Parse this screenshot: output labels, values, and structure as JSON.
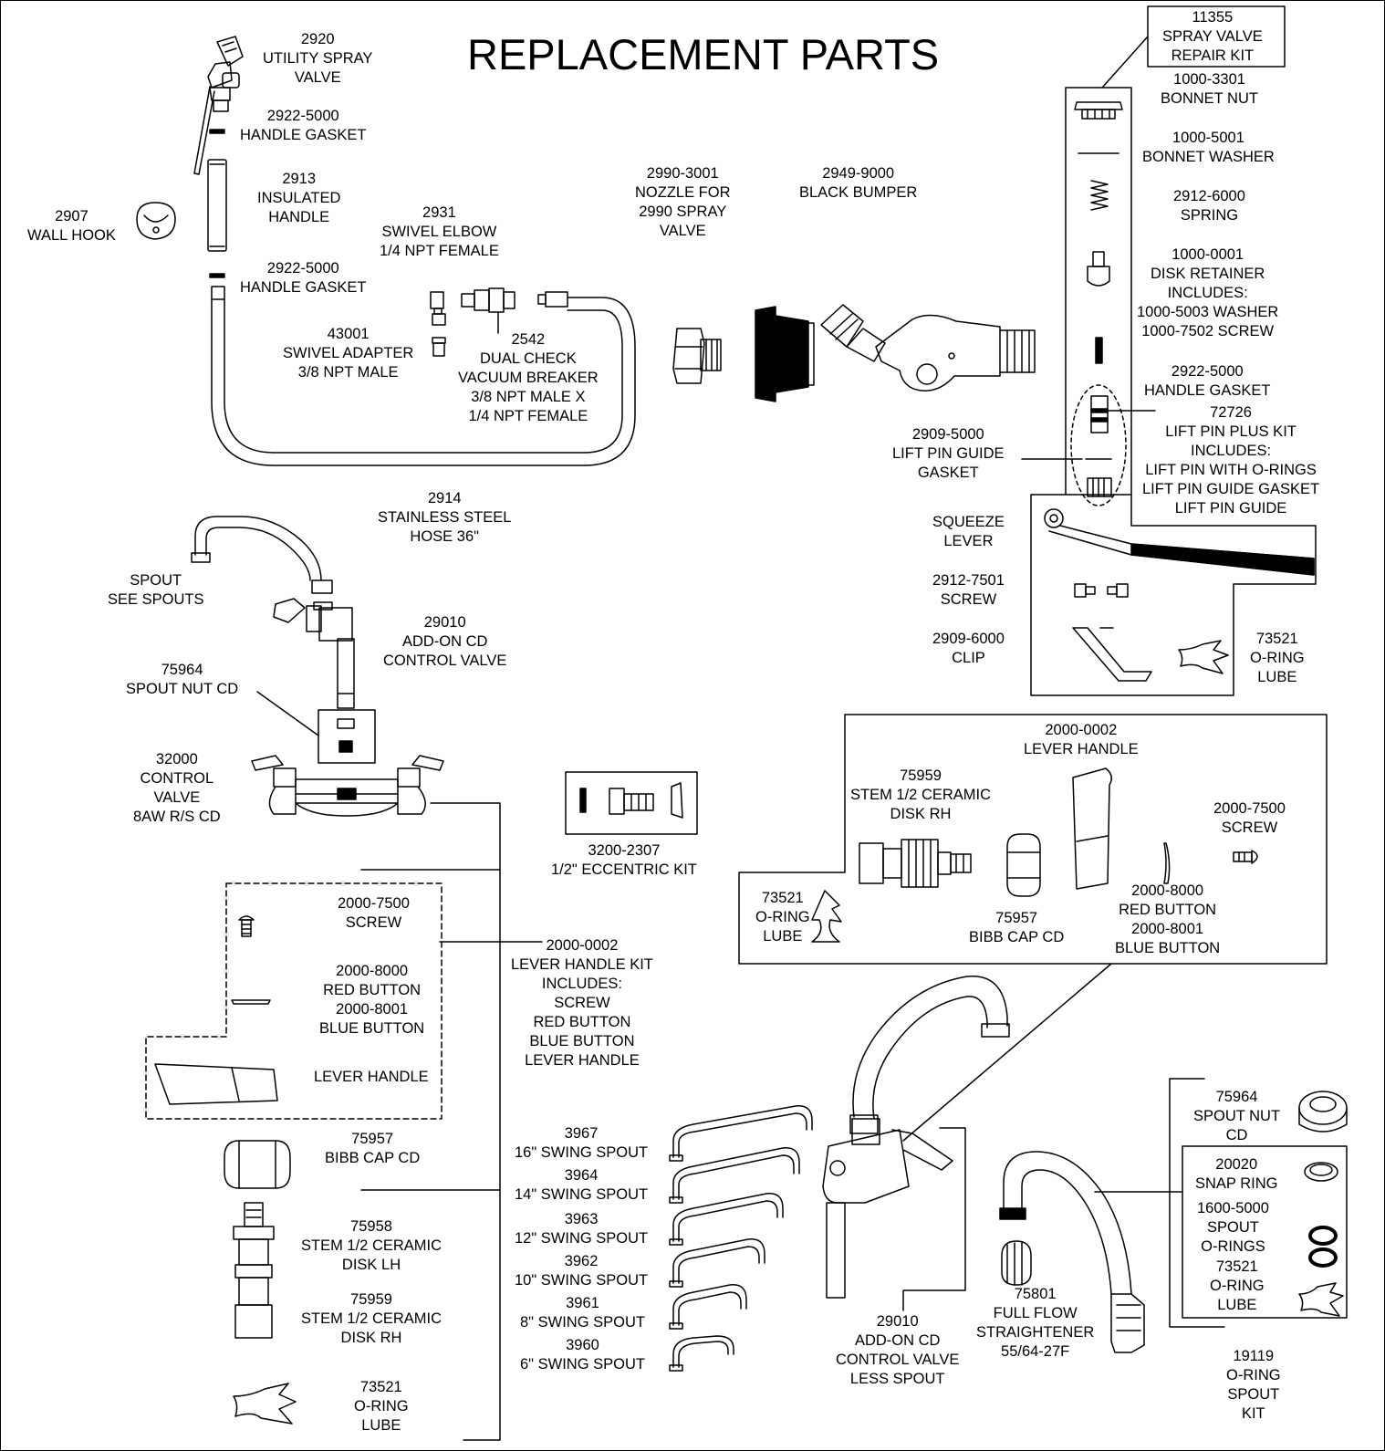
{
  "title": "REPLACEMENT PARTS",
  "labels": {
    "utility_spray_valve": [
      "2920",
      "UTILITY SPRAY",
      "VALVE"
    ],
    "handle_gasket_top": [
      "2922-5000",
      "HANDLE GASKET"
    ],
    "insulated_handle": [
      "2913",
      "INSULATED",
      "HANDLE"
    ],
    "wall_hook": [
      "2907",
      "WALL HOOK"
    ],
    "handle_gasket_mid": [
      "2922-5000",
      "HANDLE GASKET"
    ],
    "swivel_elbow": [
      "2931",
      "SWIVEL ELBOW",
      "1/4 NPT FEMALE"
    ],
    "swivel_adapter": [
      "43001",
      "SWIVEL ADAPTER",
      "3/8 NPT MALE"
    ],
    "dual_check": [
      "2542",
      "DUAL CHECK",
      "VACUUM BREAKER",
      "3/8 NPT MALE X",
      "1/4 NPT FEMALE"
    ],
    "nozzle": [
      "2990-3001",
      "NOZZLE FOR",
      "2990 SPRAY",
      "VALVE"
    ],
    "black_bumper": [
      "2949-9000",
      "BLACK BUMPER"
    ],
    "repair_kit": [
      "11355",
      "SPRAY VALVE",
      "REPAIR KIT"
    ],
    "bonnet_nut": [
      "1000-3301",
      "BONNET NUT"
    ],
    "bonnet_washer": [
      "1000-5001",
      "BONNET WASHER"
    ],
    "spring": [
      "2912-6000",
      "SPRING"
    ],
    "disk_retainer": [
      "1000-0001",
      "DISK RETAINER",
      "INCLUDES:",
      "1000-5003 WASHER",
      "1000-7502 SCREW"
    ],
    "handle_gasket_kit": [
      "2922-5000",
      "HANDLE GASKET"
    ],
    "lift_pin_kit": [
      "72726",
      "LIFT PIN PLUS KIT",
      "INCLUDES:",
      "LIFT PIN WITH O-RINGS",
      "LIFT PIN GUIDE GASKET",
      "LIFT PIN GUIDE"
    ],
    "lift_pin_guide_gasket": [
      "2909-5000",
      "LIFT PIN GUIDE",
      "GASKET"
    ],
    "squeeze_lever": [
      "SQUEEZE",
      "LEVER"
    ],
    "screw_2912": [
      "2912-7501",
      "SCREW"
    ],
    "clip": [
      "2909-6000",
      "CLIP"
    ],
    "oring_lube_kit": [
      "73521",
      "O-RING",
      "LUBE"
    ],
    "hose": [
      "2914",
      "STAINLESS STEEL",
      "HOSE 36\""
    ],
    "spout": [
      "SPOUT",
      "SEE SPOUTS"
    ],
    "addon_valve": [
      "29010",
      "ADD-ON CD",
      "CONTROL VALVE"
    ],
    "spout_nut_left": [
      "75964",
      "SPOUT NUT CD"
    ],
    "control_valve": [
      "32000",
      "CONTROL",
      "VALVE",
      "8AW R/S CD"
    ],
    "eccentric_kit": [
      "3200-2307",
      "1/2\" ECCENTRIC KIT"
    ],
    "screw_lh": [
      "2000-7500",
      "SCREW"
    ],
    "buttons_lh": [
      "2000-8000",
      "RED BUTTON",
      "2000-8001",
      "BLUE BUTTON"
    ],
    "lever_handle_lh": [
      "LEVER HANDLE"
    ],
    "lever_kit": [
      "2000-0002",
      "LEVER HANDLE KIT",
      "INCLUDES:",
      "SCREW",
      "RED BUTTON",
      "BLUE BUTTON",
      "LEVER HANDLE"
    ],
    "bibb_cap_left": [
      "75957",
      "BIBB CAP CD"
    ],
    "stem_lh": [
      "75958",
      "STEM 1/2 CERAMIC",
      "DISK LH"
    ],
    "stem_rh_left": [
      "75959",
      "STEM 1/2 CERAMIC",
      "DISK RH"
    ],
    "oring_lube_left": [
      "73521",
      "O-RING",
      "LUBE"
    ],
    "lever_handle_box": [
      "2000-0002",
      "LEVER HANDLE"
    ],
    "stem_rh_box": [
      "75959",
      "STEM 1/2 CERAMIC",
      "DISK RH"
    ],
    "screw_box": [
      "2000-7500",
      "SCREW"
    ],
    "oring_lube_box": [
      "73521",
      "O-RING",
      "LUBE"
    ],
    "bibb_cap_box": [
      "75957",
      "BIBB CAP CD"
    ],
    "buttons_box": [
      "2000-8000",
      "RED BUTTON",
      "2000-8001",
      "BLUE BUTTON"
    ],
    "spout_3967": [
      "3967",
      "16\" SWING SPOUT"
    ],
    "spout_3964": [
      "3964",
      "14\" SWING SPOUT"
    ],
    "spout_3963": [
      "3963",
      "12\" SWING SPOUT"
    ],
    "spout_3962": [
      "3962",
      "10\" SWING SPOUT"
    ],
    "spout_3961": [
      "3961",
      "8\" SWING SPOUT"
    ],
    "spout_3960": [
      "3960",
      "6\" SWING SPOUT"
    ],
    "addon_less_spout": [
      "29010",
      "ADD-ON CD",
      "CONTROL VALVE",
      "LESS SPOUT"
    ],
    "flow_straightener": [
      "75801",
      "FULL FLOW",
      "STRAIGHTENER",
      "55/64-27F"
    ],
    "spout_nut_right": [
      "75964",
      "SPOUT NUT",
      "CD"
    ],
    "snap_ring": [
      "20020",
      "SNAP RING"
    ],
    "spout_orings": [
      "1600-5000",
      "SPOUT",
      "O-RINGS"
    ],
    "oring_lube_right": [
      "73521",
      "O-RING",
      "LUBE"
    ],
    "oring_spout_kit": [
      "19119",
      "O-RING",
      "SPOUT",
      "KIT"
    ]
  }
}
